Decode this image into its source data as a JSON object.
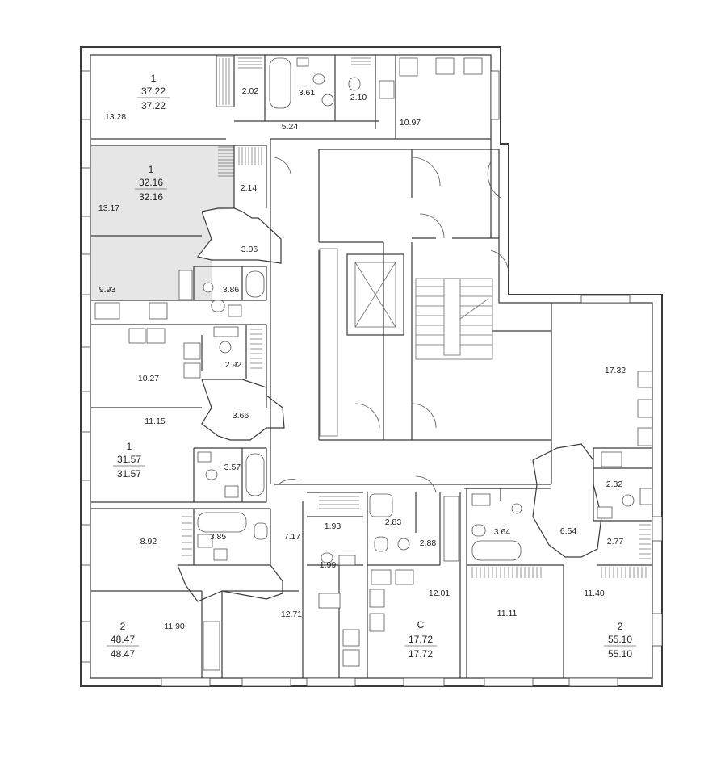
{
  "colors": {
    "highlight": "#e6e6e6",
    "wall": "#3a3a3a",
    "background": "#ffffff"
  },
  "apartments": [
    {
      "id": "a1",
      "rooms": "1",
      "area_total": "37.22",
      "area_living": "37.22",
      "highlighted": false
    },
    {
      "id": "a2",
      "rooms": "1",
      "area_total": "32.16",
      "area_living": "32.16",
      "highlighted": true
    },
    {
      "id": "a3",
      "rooms": "1",
      "area_total": "31.57",
      "area_living": "31.57",
      "highlighted": false
    },
    {
      "id": "a4",
      "rooms": "2",
      "area_total": "48.47",
      "area_living": "48.47",
      "highlighted": false
    },
    {
      "id": "a5",
      "rooms": "С",
      "area_total": "17.72",
      "area_living": "17.72",
      "highlighted": false
    },
    {
      "id": "a6",
      "rooms": "2",
      "area_total": "55.10",
      "area_living": "55.10",
      "highlighted": false
    }
  ],
  "room_areas": [
    "13.28",
    "2.02",
    "3.61",
    "2.10",
    "5.24",
    "10.97",
    "13.17",
    "2.14",
    "3.06",
    "9.93",
    "3.86",
    "10.27",
    "2.92",
    "3.66",
    "11.15",
    "3.57",
    "8.92",
    "3.85",
    "7.17",
    "1.93",
    "1.99",
    "12.71",
    "11.90",
    "2.83",
    "2.88",
    "12.01",
    "17.32",
    "2.32",
    "6.54",
    "3.64",
    "2.77",
    "11.11",
    "11.40"
  ]
}
